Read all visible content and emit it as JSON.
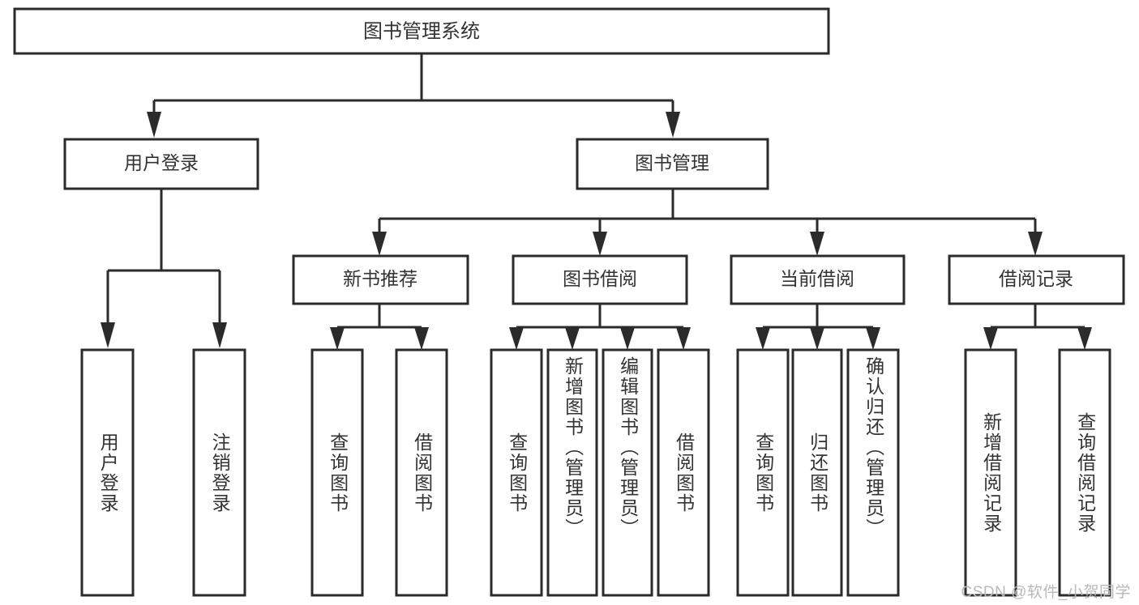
{
  "diagram": {
    "type": "tree-hierarchy-flowchart",
    "title": "图书管理系统",
    "watermark": "CSDN @软件_小贺同学",
    "colors": {
      "stroke": "#2b2b2b",
      "fill": "#ffffff",
      "text": "#333333",
      "watermark": "#b9b9b9",
      "background": "#ffffff"
    },
    "levels": [
      {
        "level": 0,
        "nodes": [
          {
            "id": "root",
            "label": "图书管理系统",
            "orientation": "horizontal"
          }
        ]
      },
      {
        "level": 1,
        "nodes": [
          {
            "id": "user-login",
            "label": "用户登录",
            "orientation": "horizontal",
            "parent": "root"
          },
          {
            "id": "book-manage",
            "label": "图书管理",
            "orientation": "horizontal",
            "parent": "root"
          }
        ]
      },
      {
        "level": 2,
        "nodes": [
          {
            "id": "new-book-rec",
            "label": "新书推荐",
            "orientation": "horizontal",
            "parent": "book-manage"
          },
          {
            "id": "book-borrow",
            "label": "图书借阅",
            "orientation": "horizontal",
            "parent": "book-manage"
          },
          {
            "id": "current-borrow",
            "label": "当前借阅",
            "orientation": "horizontal",
            "parent": "book-manage"
          },
          {
            "id": "borrow-record",
            "label": "借阅记录",
            "orientation": "horizontal",
            "parent": "book-manage"
          }
        ]
      },
      {
        "level": 3,
        "nodes": [
          {
            "id": "leaf-user-login",
            "label": "用户登录",
            "orientation": "vertical",
            "parent": "user-login"
          },
          {
            "id": "leaf-user-logout",
            "label": "注销登录",
            "orientation": "vertical",
            "parent": "user-login"
          },
          {
            "id": "leaf-query-book-1",
            "label": "查询图书",
            "orientation": "vertical",
            "parent": "new-book-rec"
          },
          {
            "id": "leaf-borrow-book-1",
            "label": "借阅图书",
            "orientation": "vertical",
            "parent": "new-book-rec"
          },
          {
            "id": "leaf-query-book-2",
            "label": "查询图书",
            "orientation": "vertical",
            "parent": "book-borrow"
          },
          {
            "id": "leaf-add-book",
            "label": "新增图书（管理员）",
            "orientation": "vertical",
            "parent": "book-borrow"
          },
          {
            "id": "leaf-edit-book",
            "label": "编辑图书（管理员）",
            "orientation": "vertical",
            "parent": "book-borrow"
          },
          {
            "id": "leaf-borrow-book-2",
            "label": "借阅图书",
            "orientation": "vertical",
            "parent": "book-borrow"
          },
          {
            "id": "leaf-query-book-3",
            "label": "查询图书",
            "orientation": "vertical",
            "parent": "current-borrow"
          },
          {
            "id": "leaf-return-book",
            "label": "归还图书",
            "orientation": "vertical",
            "parent": "current-borrow"
          },
          {
            "id": "leaf-confirm-return",
            "label": "确认归还（管理员）",
            "orientation": "vertical",
            "parent": "current-borrow"
          },
          {
            "id": "leaf-add-record",
            "label": "新增借阅记录",
            "orientation": "vertical",
            "parent": "borrow-record"
          },
          {
            "id": "leaf-query-record",
            "label": "查询借阅记录",
            "orientation": "vertical",
            "parent": "borrow-record"
          }
        ]
      }
    ]
  }
}
